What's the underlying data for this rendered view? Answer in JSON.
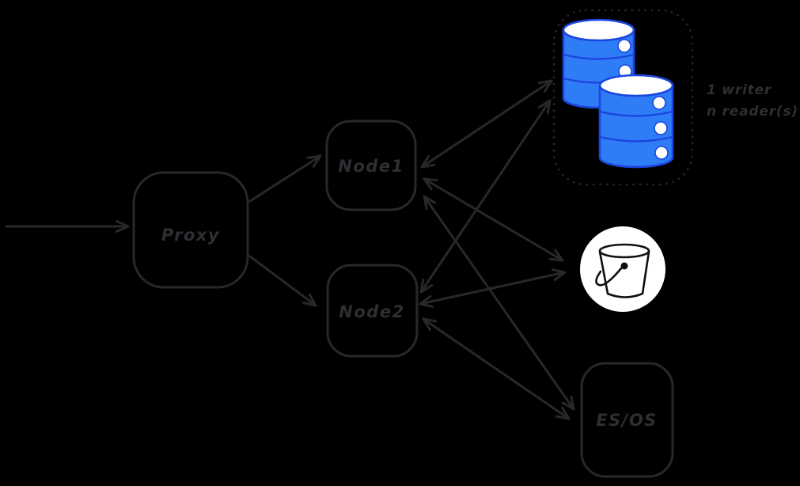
{
  "colors": {
    "background": "#000000",
    "stroke": "#28282c",
    "label": "#2e2e33",
    "db_fill": "#2e7df6",
    "db_stroke": "#1b45e0",
    "bucket_bg": "#ffffff",
    "bucket_stroke": "#101010"
  },
  "nodes": {
    "proxy": {
      "label": "Proxy"
    },
    "node1": {
      "label": "Node1"
    },
    "node2": {
      "label": "Node2"
    },
    "esos": {
      "label": "ES/OS"
    }
  },
  "db_cluster": {
    "icon": "database-icon",
    "database_count": 2,
    "note_line1": "1 writer",
    "note_line2": "n reader(s)"
  },
  "object_storage": {
    "icon": "bucket-icon"
  },
  "edges": [
    {
      "from": "input",
      "to": "proxy",
      "direction": "one-way"
    },
    {
      "from": "proxy",
      "to": "node1",
      "direction": "one-way"
    },
    {
      "from": "proxy",
      "to": "node2",
      "direction": "one-way"
    },
    {
      "from": "node1",
      "to": "databases",
      "direction": "two-way"
    },
    {
      "from": "node2",
      "to": "databases",
      "direction": "two-way"
    },
    {
      "from": "node1",
      "to": "bucket",
      "direction": "two-way"
    },
    {
      "from": "node2",
      "to": "bucket",
      "direction": "two-way"
    },
    {
      "from": "node1",
      "to": "es-os",
      "direction": "two-way"
    },
    {
      "from": "node2",
      "to": "es-os",
      "direction": "two-way"
    }
  ]
}
